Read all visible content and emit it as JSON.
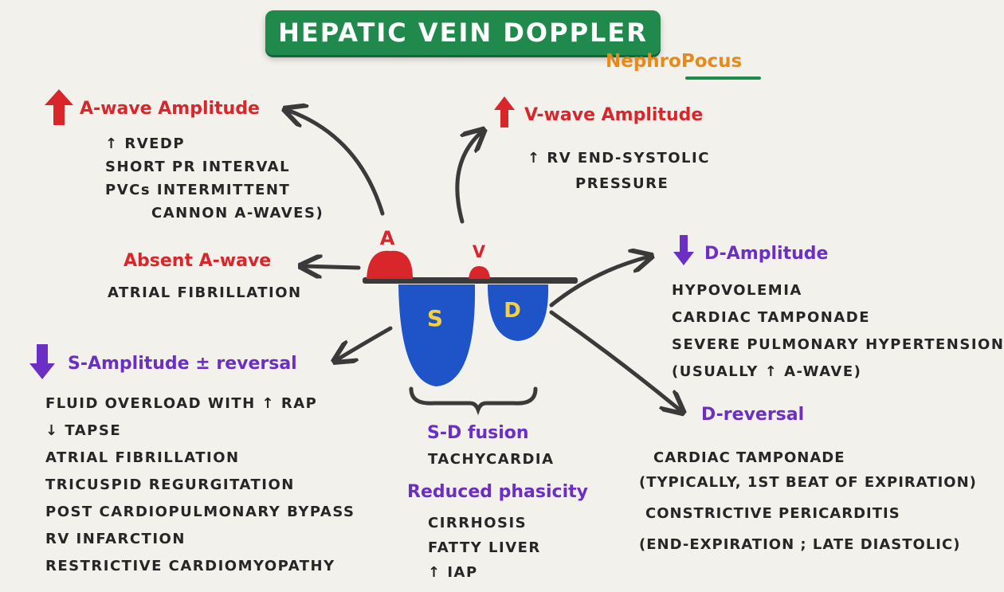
{
  "title": "HEPATIC VEIN DOPPLER",
  "brand": {
    "part1": "Nephro",
    "part2": "Pocus"
  },
  "diagram": {
    "label_a": "A",
    "label_v": "V",
    "label_s": "S",
    "label_d": "D"
  },
  "a_wave_amplitude": {
    "heading": "A-wave Amplitude",
    "items": [
      "↑ RVEDP",
      "SHORT PR INTERVAL",
      "PVCs INTERMITTENT",
      "CANNON A-WAVES)"
    ]
  },
  "v_wave_amplitude": {
    "heading": "V-wave Amplitude",
    "items": [
      "↑ RV END-SYSTOLIC",
      "PRESSURE"
    ]
  },
  "absent_a_wave": {
    "heading": "Absent A-wave",
    "items": [
      "ATRIAL FIBRILLATION"
    ]
  },
  "d_amplitude": {
    "heading": "D-Amplitude",
    "items": [
      "HYPOVOLEMIA",
      "CARDIAC TAMPONADE",
      "SEVERE PULMONARY HYPERTENSION",
      "(USUALLY ↑ A-WAVE)"
    ]
  },
  "s_amplitude": {
    "heading": "S-Amplitude ± reversal",
    "items": [
      "FLUID OVERLOAD WITH ↑ RAP",
      "↓ TAPSE",
      "ATRIAL FIBRILLATION",
      "TRICUSPID REGURGITATION",
      "POST CARDIOPULMONARY BYPASS",
      "RV INFARCTION",
      "RESTRICTIVE CARDIOMYOPATHY"
    ]
  },
  "sd_fusion": {
    "heading": "S-D fusion",
    "items": [
      "TACHYCARDIA"
    ]
  },
  "reduced_phasicity": {
    "heading": "Reduced phasicity",
    "items": [
      "CIRRHOSIS",
      "FATTY LIVER",
      "↑ IAP"
    ]
  },
  "d_reversal": {
    "heading": "D-reversal",
    "items": [
      "CARDIAC TAMPONADE",
      "(TYPICALLY, 1ST BEAT OF EXPIRATION)",
      "CONSTRICTIVE PERICARDITIS",
      "(END-EXPIRATION ; LATE DIASTOLIC)"
    ]
  },
  "colors": {
    "title_green": "#1f8a4c",
    "red": "#d8262b",
    "purple": "#6b2fc4",
    "blue": "#1e54c8",
    "orange": "#e88a17",
    "yellow": "#f4d03f"
  }
}
